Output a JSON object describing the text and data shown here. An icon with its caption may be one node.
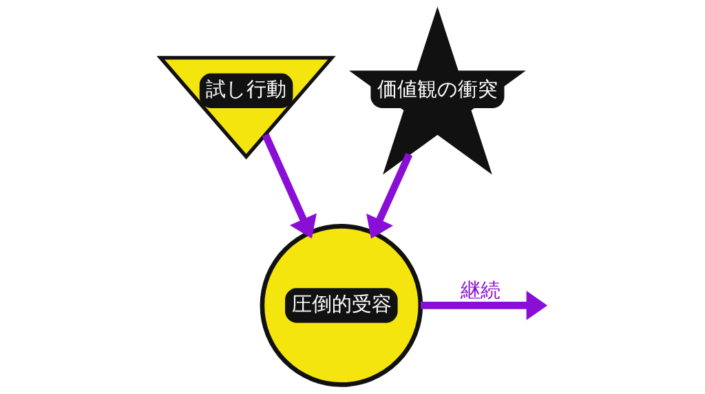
{
  "diagram": {
    "nodes": [
      {
        "text": [
          "試し行動"
        ]
      },
      {
        "text": [
          "価値観の衝突"
        ]
      },
      {
        "text": [
          "圧倒的受容"
        ]
      }
    ],
    "edges": [
      {
        "from": 0,
        "to": 2,
        "arrow": "to"
      },
      {
        "from": 1,
        "to": 2,
        "arrow": "to"
      },
      {
        "from": 2,
        "to": null,
        "arrow": "to",
        "label": "継続"
      }
    ]
  }
}
